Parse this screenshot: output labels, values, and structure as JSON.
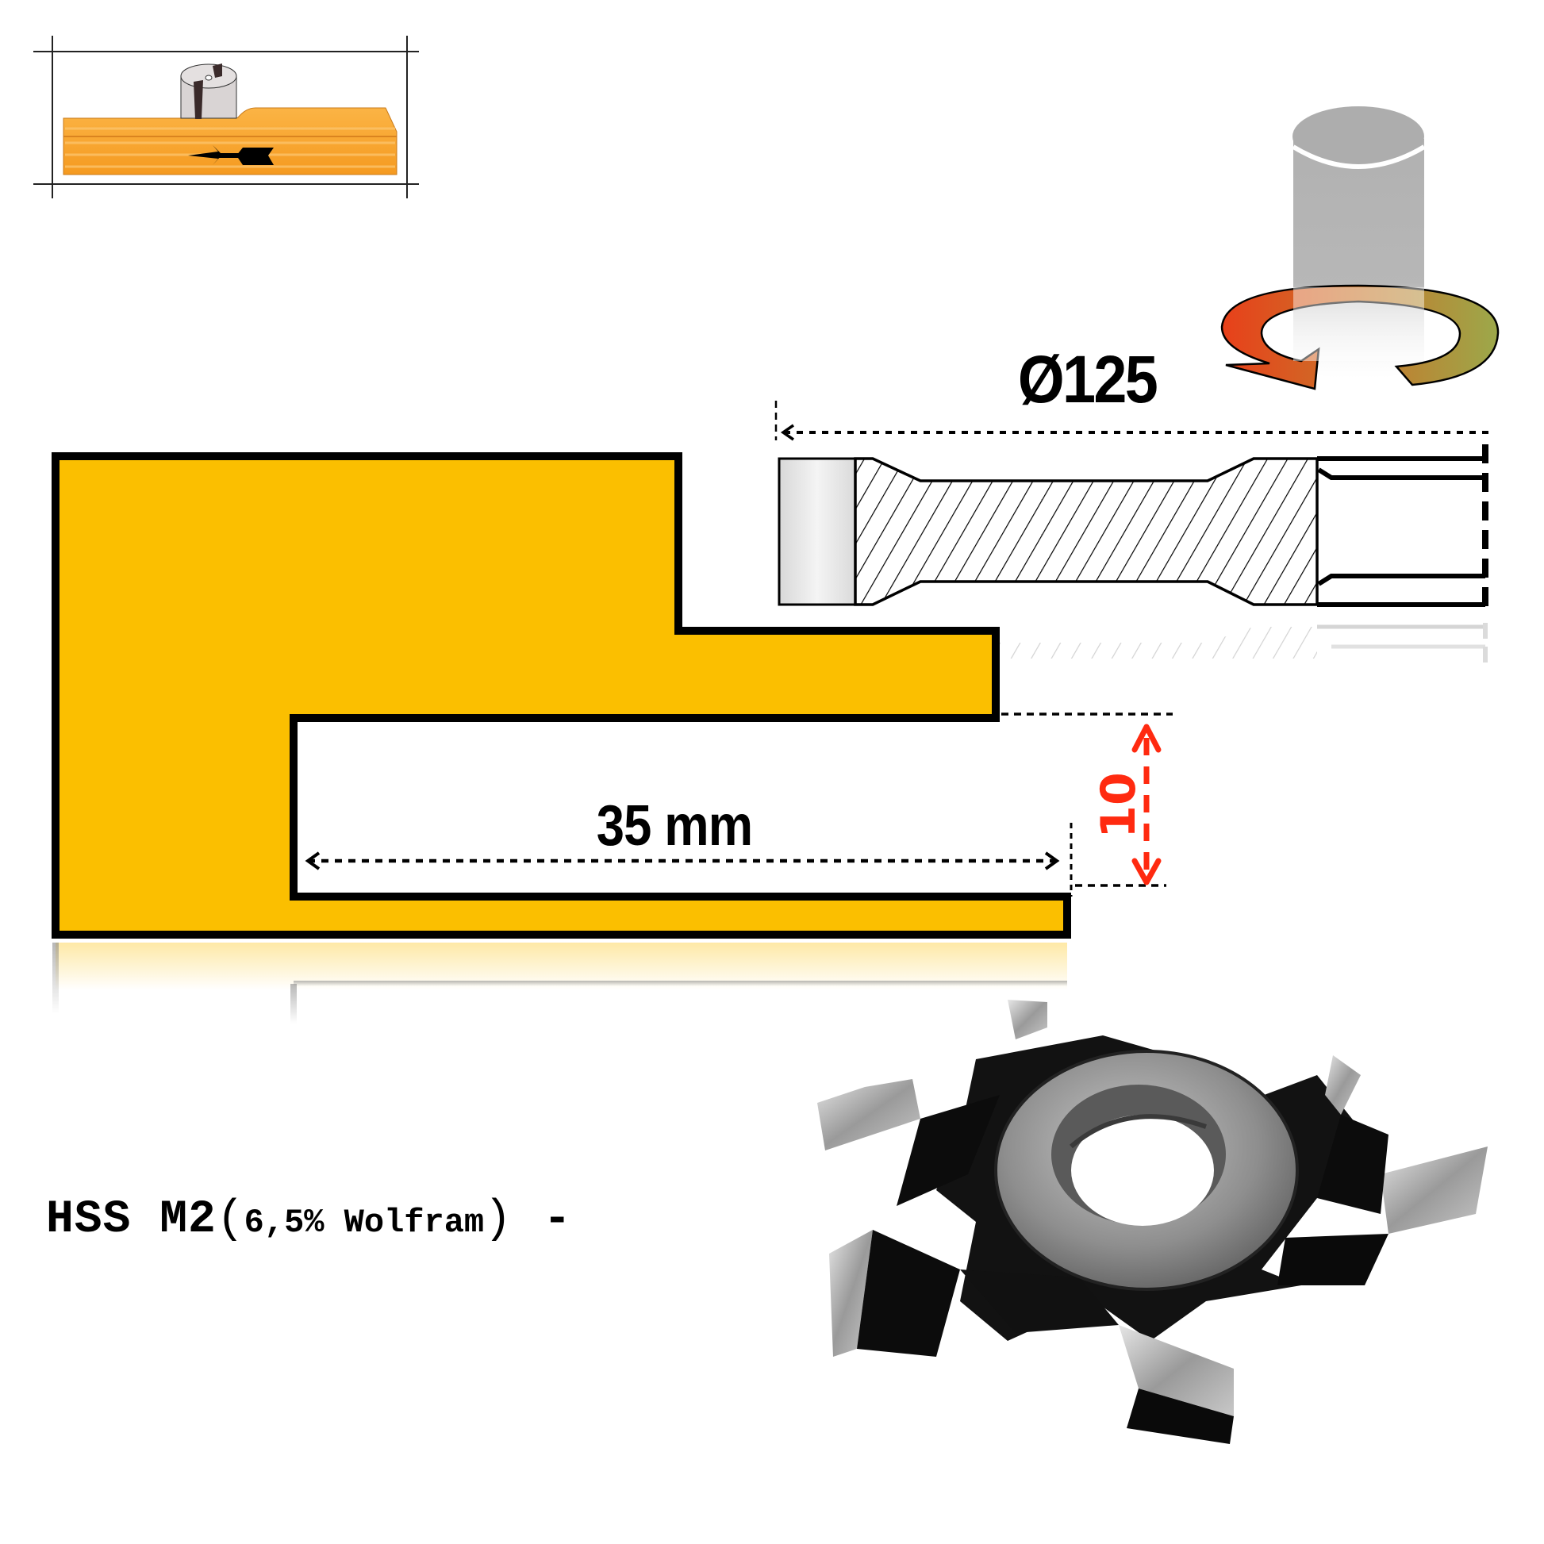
{
  "diagram": {
    "title": "Router cutter profile diagram",
    "feed_icon": {
      "description": "Workpiece feed direction illustration",
      "icon": "feed-direction-arrow-icon",
      "colors": {
        "board": "#f7a42a",
        "cutter": "#d9d4d4",
        "arrow": "#000000"
      }
    },
    "rotation_icon": {
      "description": "Spindle rotation direction",
      "icon": "rotation-arrow-icon",
      "colors": {
        "spindle": "#b0b0b0",
        "arrow_start": "#e8401a",
        "arrow_end": "#9ca84a"
      }
    },
    "diameter_label": "Ø125",
    "profile": {
      "fill_color": "#fbbf00",
      "stroke_color": "#000000",
      "width_label": "35 mm",
      "depth_label": "10",
      "depth_color": "#ff2a10"
    },
    "material": {
      "grade": "HSS M2",
      "open_paren": "(",
      "detail": "6,5% Wolfram",
      "close_paren": ")",
      "dash": "-"
    },
    "product_photo": {
      "description": "Black 6-wing shaper cutter with silver HSS knives",
      "icon": "shaper-cutter-photo"
    }
  }
}
